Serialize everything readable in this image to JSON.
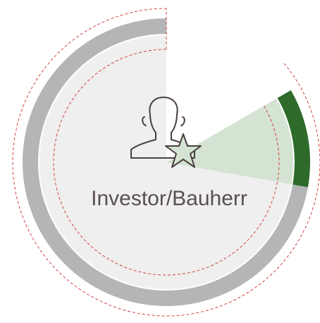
{
  "diagram": {
    "label": "Investor/Bauherr",
    "icon": "person-icon",
    "badge_icon": "star-icon",
    "highlighted_segment": {
      "start_deg": 60,
      "end_deg": 100
    },
    "colors": {
      "outer_ring": "#b3b5b6",
      "inner_disc": "#eeefee",
      "segment_fill": "#d4e3d2",
      "segment_ring": "#2e6b2b",
      "dashed_guide": "#d44040",
      "label_text": "#5a4f50",
      "icon_stroke": "#4a3f40"
    }
  }
}
